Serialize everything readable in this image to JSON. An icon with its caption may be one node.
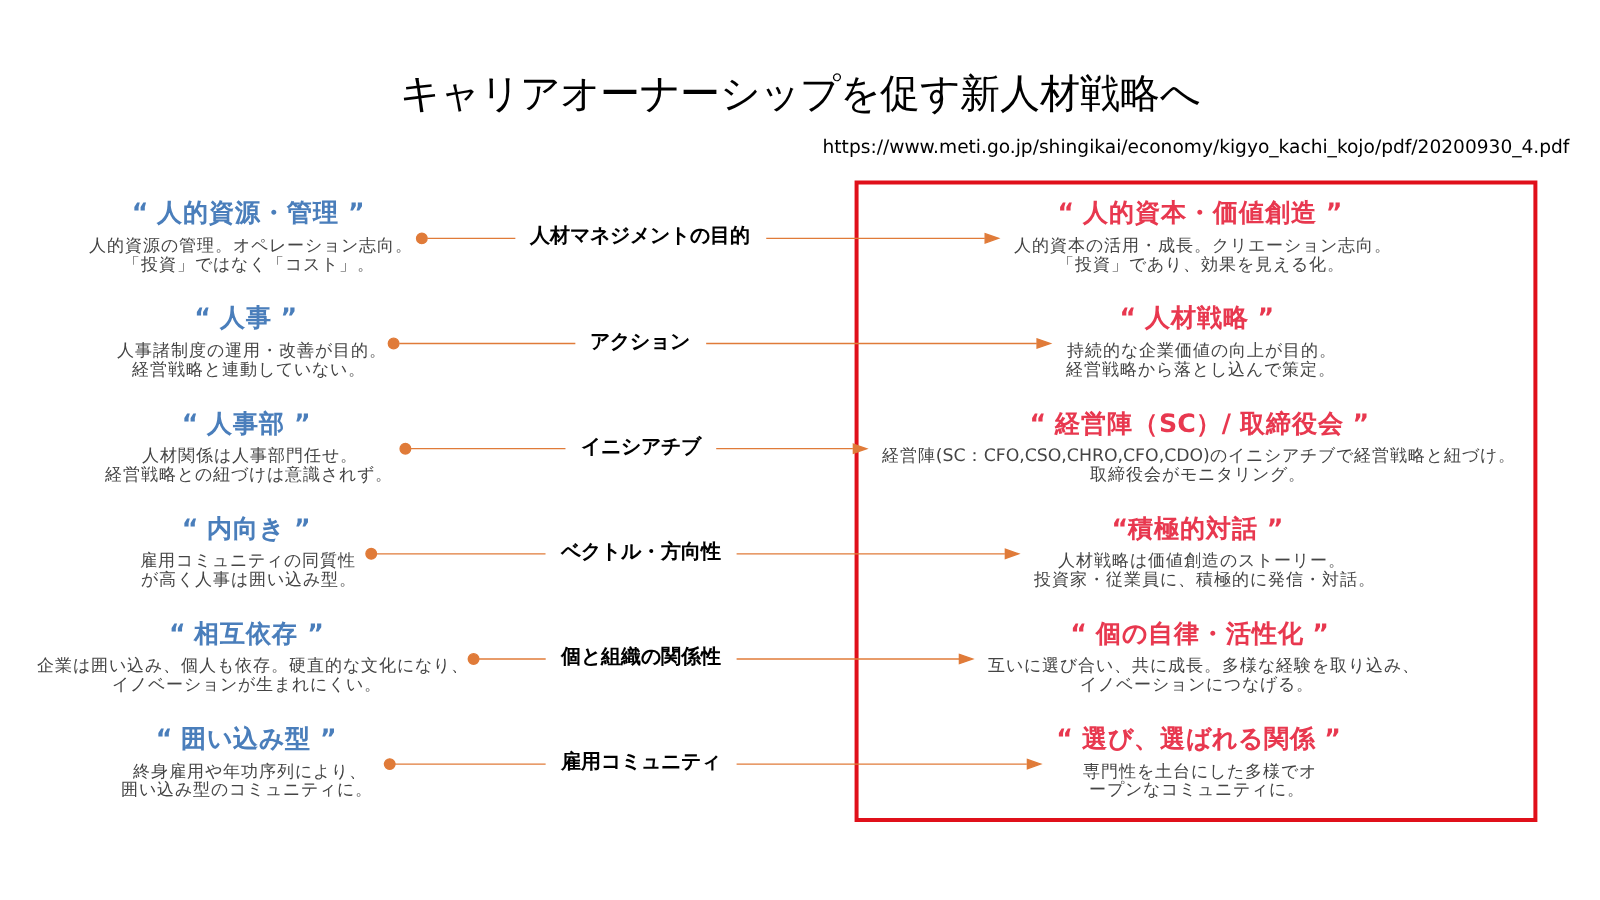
{
  "diagram": {
    "title": "キャリアオーナーシップを促す新人材戦略へ",
    "nodes": [
      {
        "text": [
          "“ 人的資源・管理 ”",
          "人的資源の管理。オペレーション志向。「投資」ではなく「コスト」。"
        ]
      },
      {
        "text": [
          "“ 人事 ”",
          "人事諸制度の運用・改善が目的。経営戦略と連動していない。"
        ]
      },
      {
        "text": [
          "“ 人事部 ”",
          "人材関係は人事部門任せ。経営戦略との紐づけは意識されず。"
        ]
      },
      {
        "text": [
          "“ 内向き ”",
          "雇用コミュニティの同質性が高く人事は囲い込み型。"
        ]
      },
      {
        "text": [
          "“ 相互依存 ”",
          "企業は囲い込み、個人も依存。硬直的な文化になり、イノベーションが生まれにくい。"
        ]
      },
      {
        "text": [
          "“ 囲い込み型 ”",
          "終身雇用や年功序列により、囲い込み型のコミュニティに。"
        ]
      },
      {
        "text": [
          "人材マネジメントの目的"
        ]
      },
      {
        "text": [
          "アクション"
        ]
      },
      {
        "text": [
          "イニシアチブ"
        ]
      },
      {
        "text": [
          "ベクトル・方向性"
        ]
      },
      {
        "text": [
          "個と組織の関係性"
        ]
      },
      {
        "text": [
          "雇用コミュニティ"
        ]
      },
      {
        "text": [],
        "shape": "box"
      },
      {
        "text": [
          "“ 人的資本・価値創造 ”",
          "人的資本の活用・成長。クリエーション志向。「投資」であり、効果を見える化。"
        ],
        "in": 12
      },
      {
        "text": [
          "“ 人材戦略 ”",
          "持続的な企業価値の向上が目的。経営戦略から落とし込んで策定。"
        ],
        "in": 12
      },
      {
        "text": [
          "“ 経営陣（SC）/ 取締役会 ”",
          "経営陣(SC：CFO,CSO,CHRO,CFO,CDO)のイニシアチブで経営戦略と紐づけ。取締役会がモニタリング。"
        ],
        "in": 12
      },
      {
        "text": [
          "“積極的対話 ”",
          "人材戦略は価値創造のストーリー。投資家・従業員に、積極的に発信・対話。"
        ],
        "in": 12
      },
      {
        "text": [
          "“ 個の自律・活性化 ”",
          "互いに選び合い、共に成長。多様な経験を取り込み、イノベーションにつなげる。"
        ],
        "in": 12
      },
      {
        "text": [
          "“ 選び、選ばれる関係 ”",
          "専門性を土台にした多様でオープンなコミュニティに。"
        ],
        "in": 12
      }
    ],
    "edges": [
      {
        "from": 0,
        "to": 6,
        "arrow": "other"
      },
      {
        "from": 6,
        "to": 13,
        "arrow": "to"
      },
      {
        "from": 1,
        "to": 7,
        "arrow": "other"
      },
      {
        "from": 7,
        "to": 14,
        "arrow": "to"
      },
      {
        "from": 2,
        "to": 8,
        "arrow": "other"
      },
      {
        "from": 8,
        "to": 15,
        "arrow": "to"
      },
      {
        "from": 3,
        "to": 9,
        "arrow": "other"
      },
      {
        "from": 9,
        "to": 16,
        "arrow": "to"
      },
      {
        "from": 4,
        "to": 10,
        "arrow": "other"
      },
      {
        "from": 10,
        "to": 17,
        "arrow": "to"
      },
      {
        "from": 5,
        "to": 11,
        "arrow": "other"
      },
      {
        "from": 11,
        "to": 18,
        "arrow": "to"
      }
    ],
    "labels": [
      "https://www.meti.go.jp/shingikai/economy/kigyo_kachi_kojo/pdf/20200930_4.pdf"
    ]
  }
}
